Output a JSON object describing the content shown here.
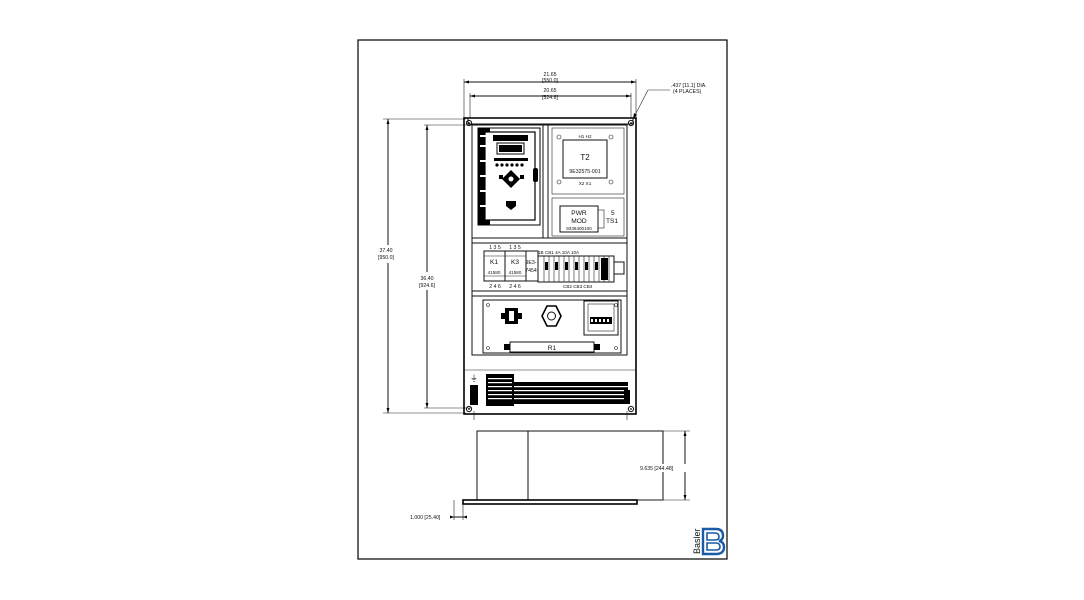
{
  "drawing": {
    "outer_width_in": "21.65",
    "outer_width_mm": "[550.0]",
    "inner_width_in": "20.65",
    "inner_width_mm": "[524.6]",
    "hole_note_line1": ".437 [11.1] DIA.",
    "hole_note_line2": "(4 PLACES)",
    "outer_height_in": "37.40",
    "outer_height_mm": "[950.0]",
    "inner_height_in": "36.40",
    "inner_height_mm": "[924.6]",
    "depth_dim": "9.635 [244.48]",
    "flange_dim": "1.000 [25.40]"
  },
  "components": {
    "t2_top": "H1 H2",
    "t2_label": "T2",
    "t2_part": "9E32575-001",
    "t2_bottom": "X2 X1",
    "pwr_label1": "PWR",
    "pwr_label2": "MOD",
    "pwr_part": "9336400100",
    "ts_number": "5",
    "ts_label": "TS1",
    "k1_top": "1 3 5",
    "k1_label": "K1",
    "k1_part": "41580",
    "k1_bottom": "2 4 6",
    "k3_top": "1 3 5",
    "k3_label": "K3",
    "k3_part": "41580",
    "k3_bottom": "2 4 6",
    "relay_label1": "9E3-",
    "relay_label2": "7454",
    "cb_top_labels": "1B  CB1  4A  10A  10A",
    "cb_bottom_labels": "CB2 CB3 CB4",
    "r1_label": "R1",
    "grounding_symbol": "⏚"
  },
  "logo": {
    "text": "Basler",
    "letter": "B",
    "color": "#1a5aa6"
  }
}
